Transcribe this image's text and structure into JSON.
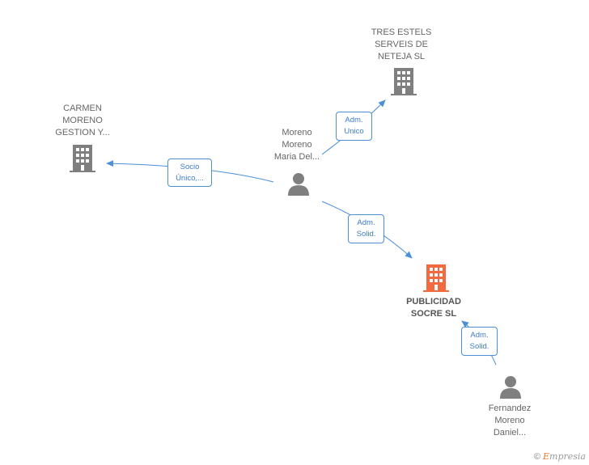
{
  "colors": {
    "edge": "#4a8fd8",
    "company": "#7f7f7f",
    "company_main": "#f26a3d",
    "person": "#7f7f7f"
  },
  "nodes": {
    "tres_estels": {
      "label_lines": [
        "TRES ESTELS",
        "SERVEIS DE",
        "NETEJA SL"
      ]
    },
    "carmen": {
      "label_lines": [
        "CARMEN",
        "MORENO",
        "GESTION Y..."
      ]
    },
    "moreno": {
      "label_lines": [
        "Moreno",
        "Moreno",
        "Maria Del..."
      ]
    },
    "publicidad": {
      "label_lines": [
        "PUBLICIDAD",
        "SOCRE SL"
      ]
    },
    "fernandez": {
      "label_lines": [
        "Fernandez",
        "Moreno",
        "Daniel..."
      ]
    }
  },
  "edges": {
    "adm_unico": {
      "lines": [
        "Adm.",
        "Unico"
      ]
    },
    "socio": {
      "lines": [
        "Socio",
        "Único,..."
      ]
    },
    "adm_solid_1": {
      "lines": [
        "Adm.",
        "Solid."
      ]
    },
    "adm_solid_2": {
      "lines": [
        "Adm.",
        "Solid."
      ]
    }
  },
  "footer": {
    "copyright": "©",
    "brand_initial": "E",
    "brand_rest": "mpresia"
  }
}
